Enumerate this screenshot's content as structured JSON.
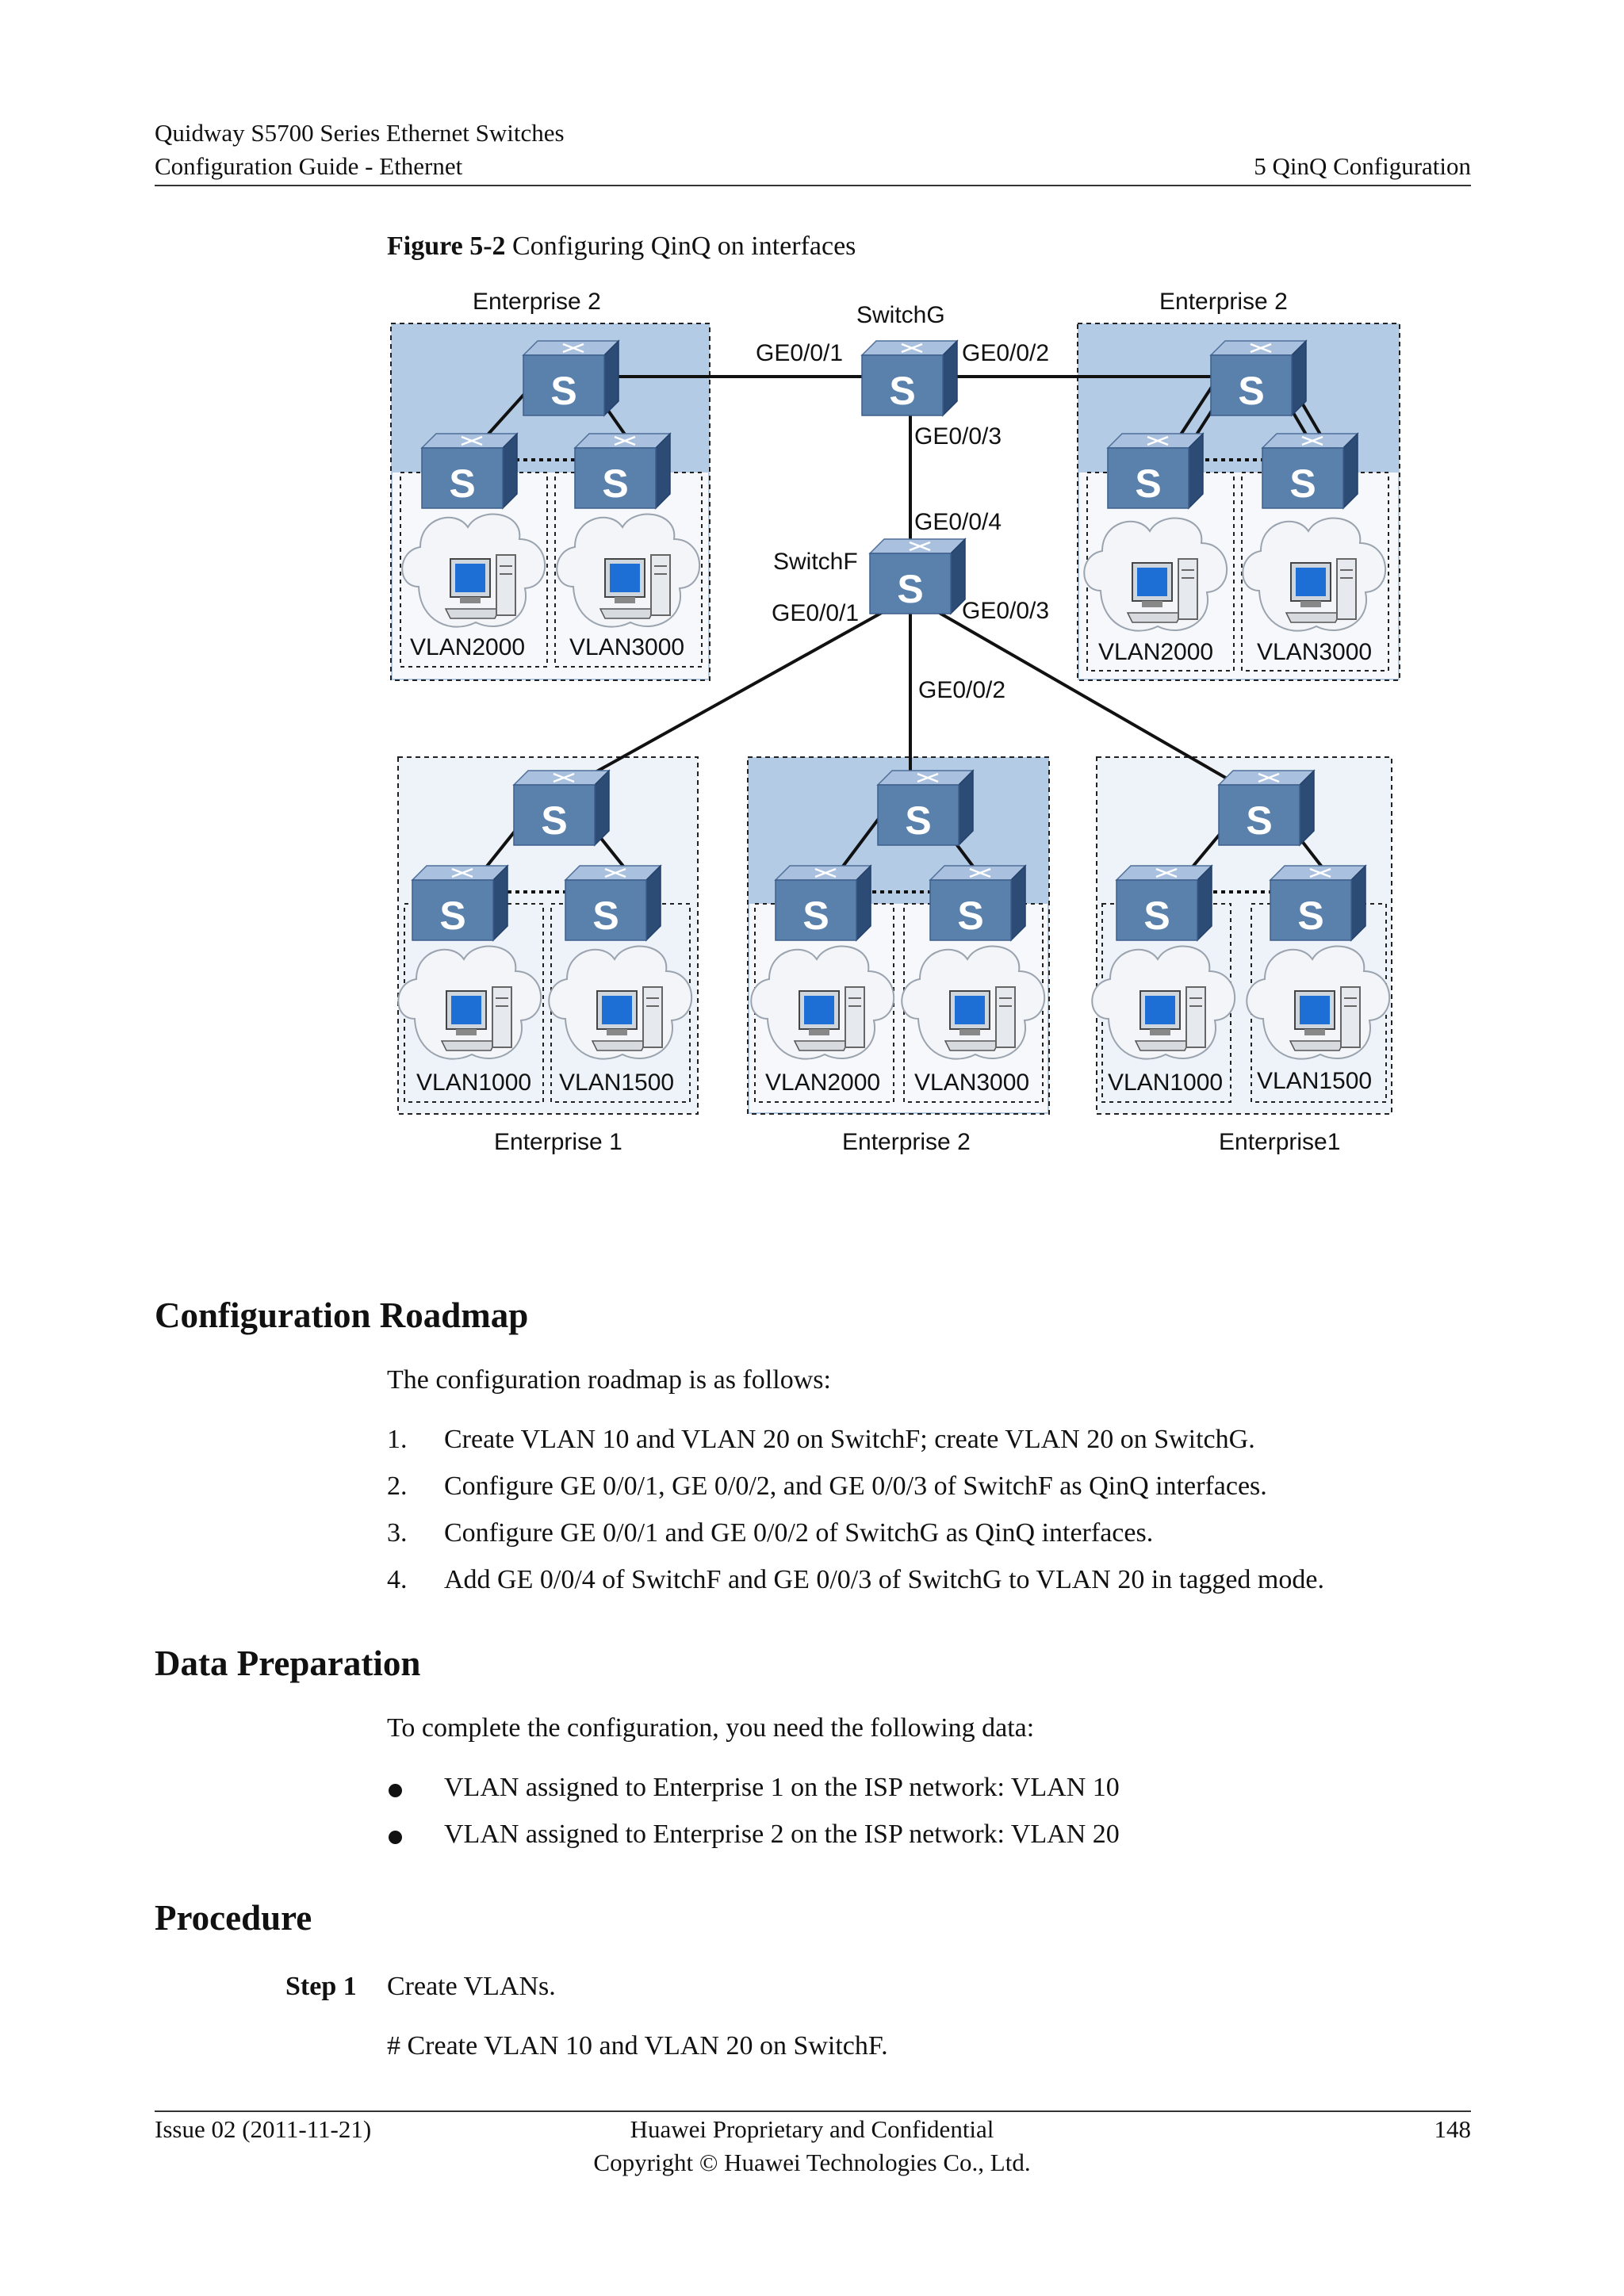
{
  "header": {
    "product": "Quidway S5700 Series Ethernet Switches",
    "guide": "Configuration Guide - Ethernet",
    "chapter": "5 QinQ Configuration"
  },
  "figure": {
    "number": "Figure 5-2",
    "caption": "Configuring QinQ on interfaces",
    "switch_glyph": "S",
    "switches": {
      "g": "SwitchG",
      "f": "SwitchF"
    },
    "ports": {
      "g1": "GE0/0/1",
      "g2": "GE0/0/2",
      "g3": "GE0/0/3",
      "f4": "GE0/0/4",
      "f1": "GE0/0/1",
      "f3": "GE0/0/3",
      "f2": "GE0/0/2"
    },
    "sites": [
      {
        "label": "Enterprise 2",
        "vlans": [
          "VLAN2000",
          "VLAN3000"
        ]
      },
      {
        "label": "Enterprise 2",
        "vlans": [
          "VLAN2000",
          "VLAN3000"
        ]
      },
      {
        "label": "Enterprise 1",
        "vlans": [
          "VLAN1000",
          "VLAN1500"
        ]
      },
      {
        "label": "Enterprise 2",
        "vlans": [
          "VLAN2000",
          "VLAN3000"
        ]
      },
      {
        "label": "Enterprise1",
        "vlans": [
          "VLAN1000",
          "VLAN1500"
        ]
      }
    ],
    "colors": {
      "enterprise2_fill": "#b4cbe6",
      "enterprise1_fill": "#eef3fa",
      "switch_face": "#5a80ac",
      "switch_top": "#a9c1de"
    }
  },
  "roadmap": {
    "heading": "Configuration Roadmap",
    "intro": "The configuration roadmap is as follows:",
    "steps": [
      {
        "num": "1.",
        "text": "Create VLAN 10 and VLAN 20 on SwitchF; create VLAN 20 on SwitchG."
      },
      {
        "num": "2.",
        "text": "Configure GE 0/0/1, GE 0/0/2, and GE 0/0/3 of SwitchF as QinQ interfaces."
      },
      {
        "num": "3.",
        "text": "Configure GE 0/0/1 and GE 0/0/2 of SwitchG as QinQ interfaces."
      },
      {
        "num": "4.",
        "text": "Add GE 0/0/4 of SwitchF and GE 0/0/3 of SwitchG to VLAN 20 in tagged mode."
      }
    ]
  },
  "data_prep": {
    "heading": "Data Preparation",
    "intro": "To complete the configuration, you need the following data:",
    "items": [
      "VLAN assigned to Enterprise 1 on the ISP network: VLAN 10",
      "VLAN assigned to Enterprise 2 on the ISP network: VLAN 20"
    ]
  },
  "procedure": {
    "heading": "Procedure",
    "step_label": "Step 1",
    "step_text": "Create VLANs.",
    "comment": "# Create VLAN 10 and VLAN 20 on SwitchF."
  },
  "footer": {
    "issue": "Issue 02 (2011-11-21)",
    "line1": "Huawei Proprietary and Confidential",
    "line2": "Copyright © Huawei Technologies Co., Ltd.",
    "page": "148"
  }
}
